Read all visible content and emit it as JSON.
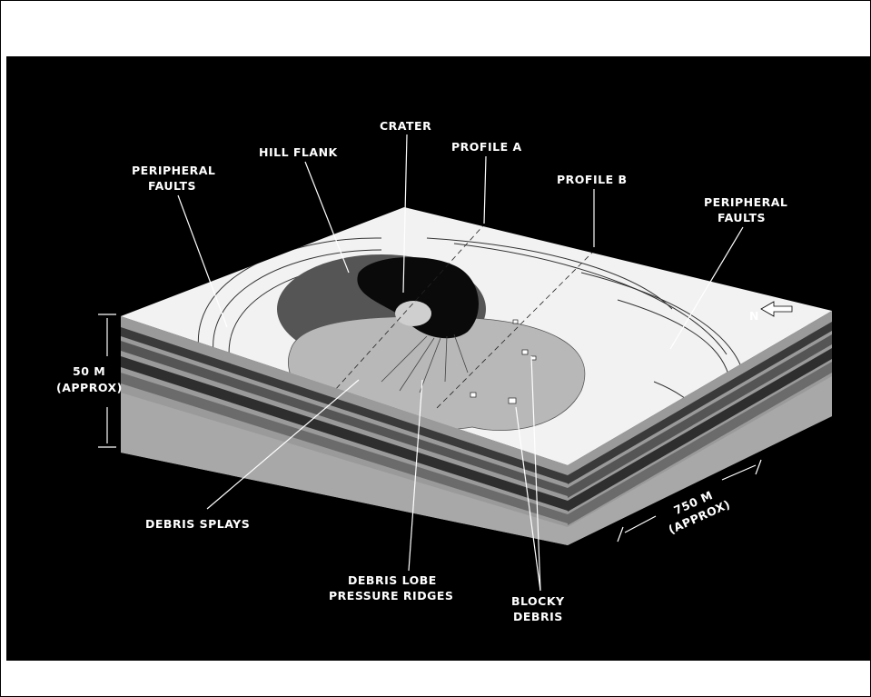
{
  "labels": {
    "crater": "CRATER",
    "hill_flank": "HILL FLANK",
    "profile_a": "PROFILE A",
    "profile_b": "PROFILE B",
    "peripheral_faults_left_1": "PERIPHERAL",
    "peripheral_faults_left_2": "FAULTS",
    "peripheral_faults_right_1": "PERIPHERAL",
    "peripheral_faults_right_2": "FAULTS",
    "height_1": "50 M",
    "height_2": "(APPROX)",
    "width_1": "750 M",
    "width_2": "(APPROX)",
    "north": "N",
    "debris_splays": "DEBRIS SPLAYS",
    "debris_lobe_1": "DEBRIS LOBE",
    "debris_lobe_2": "PRESSURE RIDGES",
    "blocky_debris_1": "BLOCKY",
    "blocky_debris_2": "DEBRIS"
  },
  "colors": {
    "background": "#000000",
    "surface": "#f2f2f2",
    "debris": "#b8b8b8",
    "crater": "#0a0a0a"
  }
}
